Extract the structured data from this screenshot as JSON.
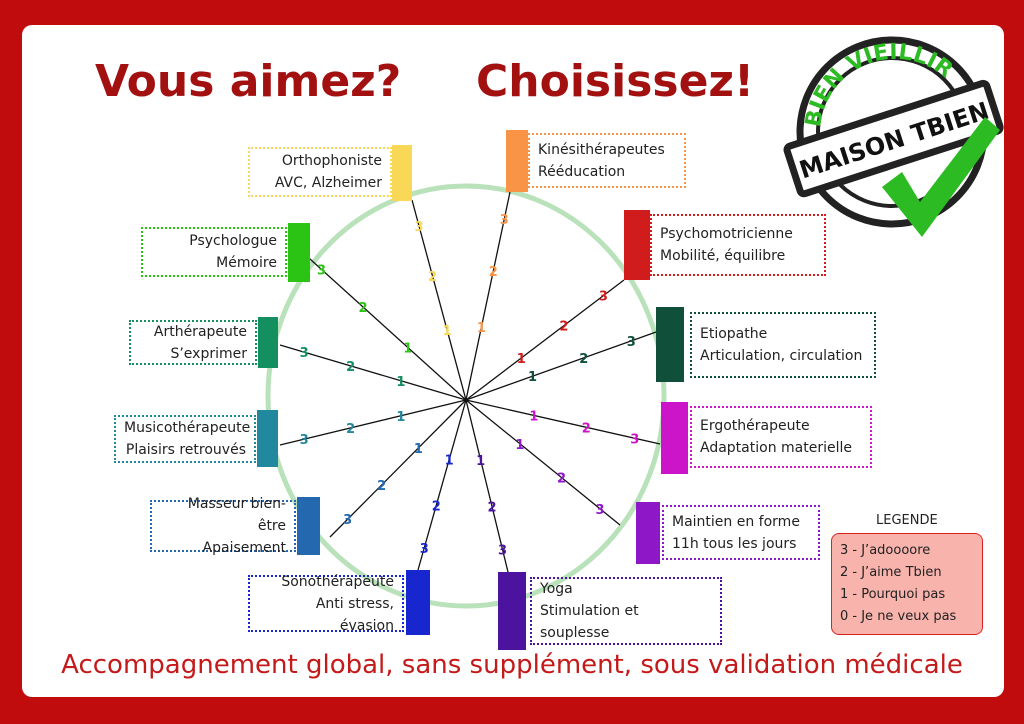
{
  "header": {
    "left_title": "Vous aimez?",
    "right_title": "Choisissez!"
  },
  "stamp": {
    "top_text": "BIEN VIEILLIR",
    "band_text": "MAISON TBIEN",
    "check_color": "#2dbb23"
  },
  "scale": [
    "1",
    "2",
    "3"
  ],
  "items": [
    {
      "title": "Orthophoniste",
      "subtitle": "AVC, Alzheimer",
      "color": "#f9d857"
    },
    {
      "title": "Kinésithérapeutes",
      "subtitle": "Rééducation",
      "color": "#f99446"
    },
    {
      "title": "Psychomotricienne",
      "subtitle": "Mobilité, équilibre",
      "color": "#d01c1c"
    },
    {
      "title": "Etiopathe",
      "subtitle": "Articulation, circulation",
      "color": "#10503a"
    },
    {
      "title": "Ergothérapeute",
      "subtitle": "Adaptation materielle",
      "color": "#cc14c8"
    },
    {
      "title": "Maintien en forme",
      "subtitle": "11h tous les jours",
      "color": "#8e18c8"
    },
    {
      "title": "Yoga",
      "subtitle": "Stimulation et souplesse",
      "color": "#4c149e"
    },
    {
      "title": "Sonothérapeute",
      "subtitle": "Anti stress, évasion",
      "color": "#1826d0"
    },
    {
      "title": "Masseur bien-être",
      "subtitle": "Apaisement",
      "color": "#2468b0"
    },
    {
      "title": "Musicothérapeute",
      "subtitle": "Plaisirs retrouvés",
      "color": "#22889e"
    },
    {
      "title": "Arthérapeute",
      "subtitle": "S’exprimer",
      "color": "#149060"
    },
    {
      "title": "Psychologue",
      "subtitle": "Mémoire",
      "color": "#2cc414"
    }
  ],
  "legend": {
    "title": "LEGENDE",
    "entries": [
      "3 - J’adoooore",
      "2 - J’aime Tbien",
      "1 - Pourquoi pas",
      "0 - Je ne veux pas"
    ]
  },
  "footer": "Accompagnement global, sans supplément, sous validation médicale"
}
